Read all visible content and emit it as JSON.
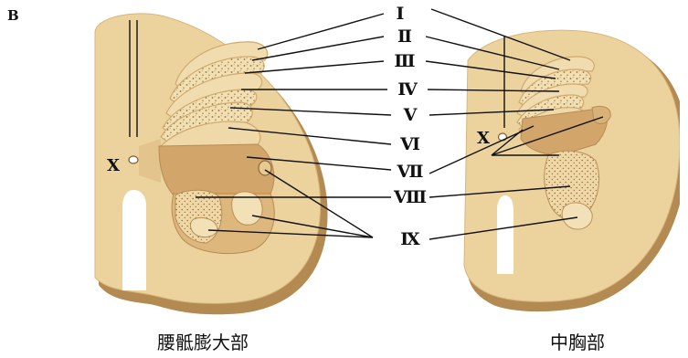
{
  "panel_label": "B",
  "central_canal_label": "X",
  "lamina_labels": [
    "Ⅰ",
    "Ⅱ",
    "Ⅲ",
    "Ⅳ",
    "Ⅴ",
    "Ⅵ",
    "Ⅶ",
    "Ⅷ",
    "Ⅸ"
  ],
  "captions": {
    "left": "腰骶膨大部",
    "right": "中胸部"
  },
  "colors": {
    "tissue": "#ecd39d",
    "tissue_shadow": "#b9935b",
    "gray_matter": "#e6c48b",
    "lamina_band": "#f0dcae",
    "stipple": "#9a7a4a",
    "intermediate_zone": "#d4a86d",
    "outline": "#caa46c",
    "line": "#111111"
  }
}
